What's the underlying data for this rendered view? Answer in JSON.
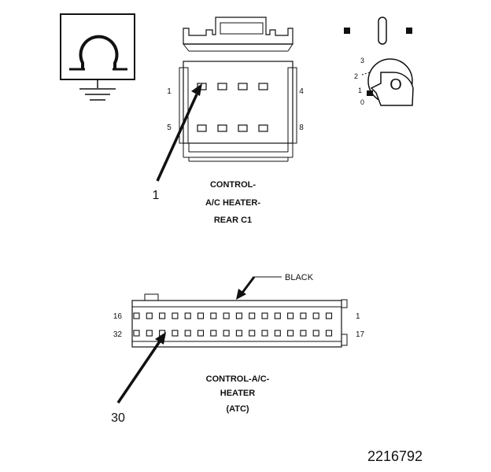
{
  "top_connector": {
    "pin_label_top_left": "1",
    "pin_label_top_right": "4",
    "pin_label_bottom_left": "5",
    "pin_label_bottom_right": "8",
    "callout_number": "1",
    "title_line1": "CONTROL-",
    "title_line2": "A/C HEATER-",
    "title_line3": "REAR C1"
  },
  "key_diagram": {
    "positions": [
      "3",
      "2",
      "1",
      "0"
    ],
    "key_letter": "O"
  },
  "bottom_connector": {
    "color_label": "BLACK",
    "pin_label_top_left": "16",
    "pin_label_top_right": "1",
    "pin_label_bottom_left": "32",
    "pin_label_bottom_right": "17",
    "callout_number": "30",
    "title_line1": "CONTROL-A/C-",
    "title_line2": "HEATER",
    "title_line3": "(ATC)"
  },
  "figure_number": "2216792"
}
